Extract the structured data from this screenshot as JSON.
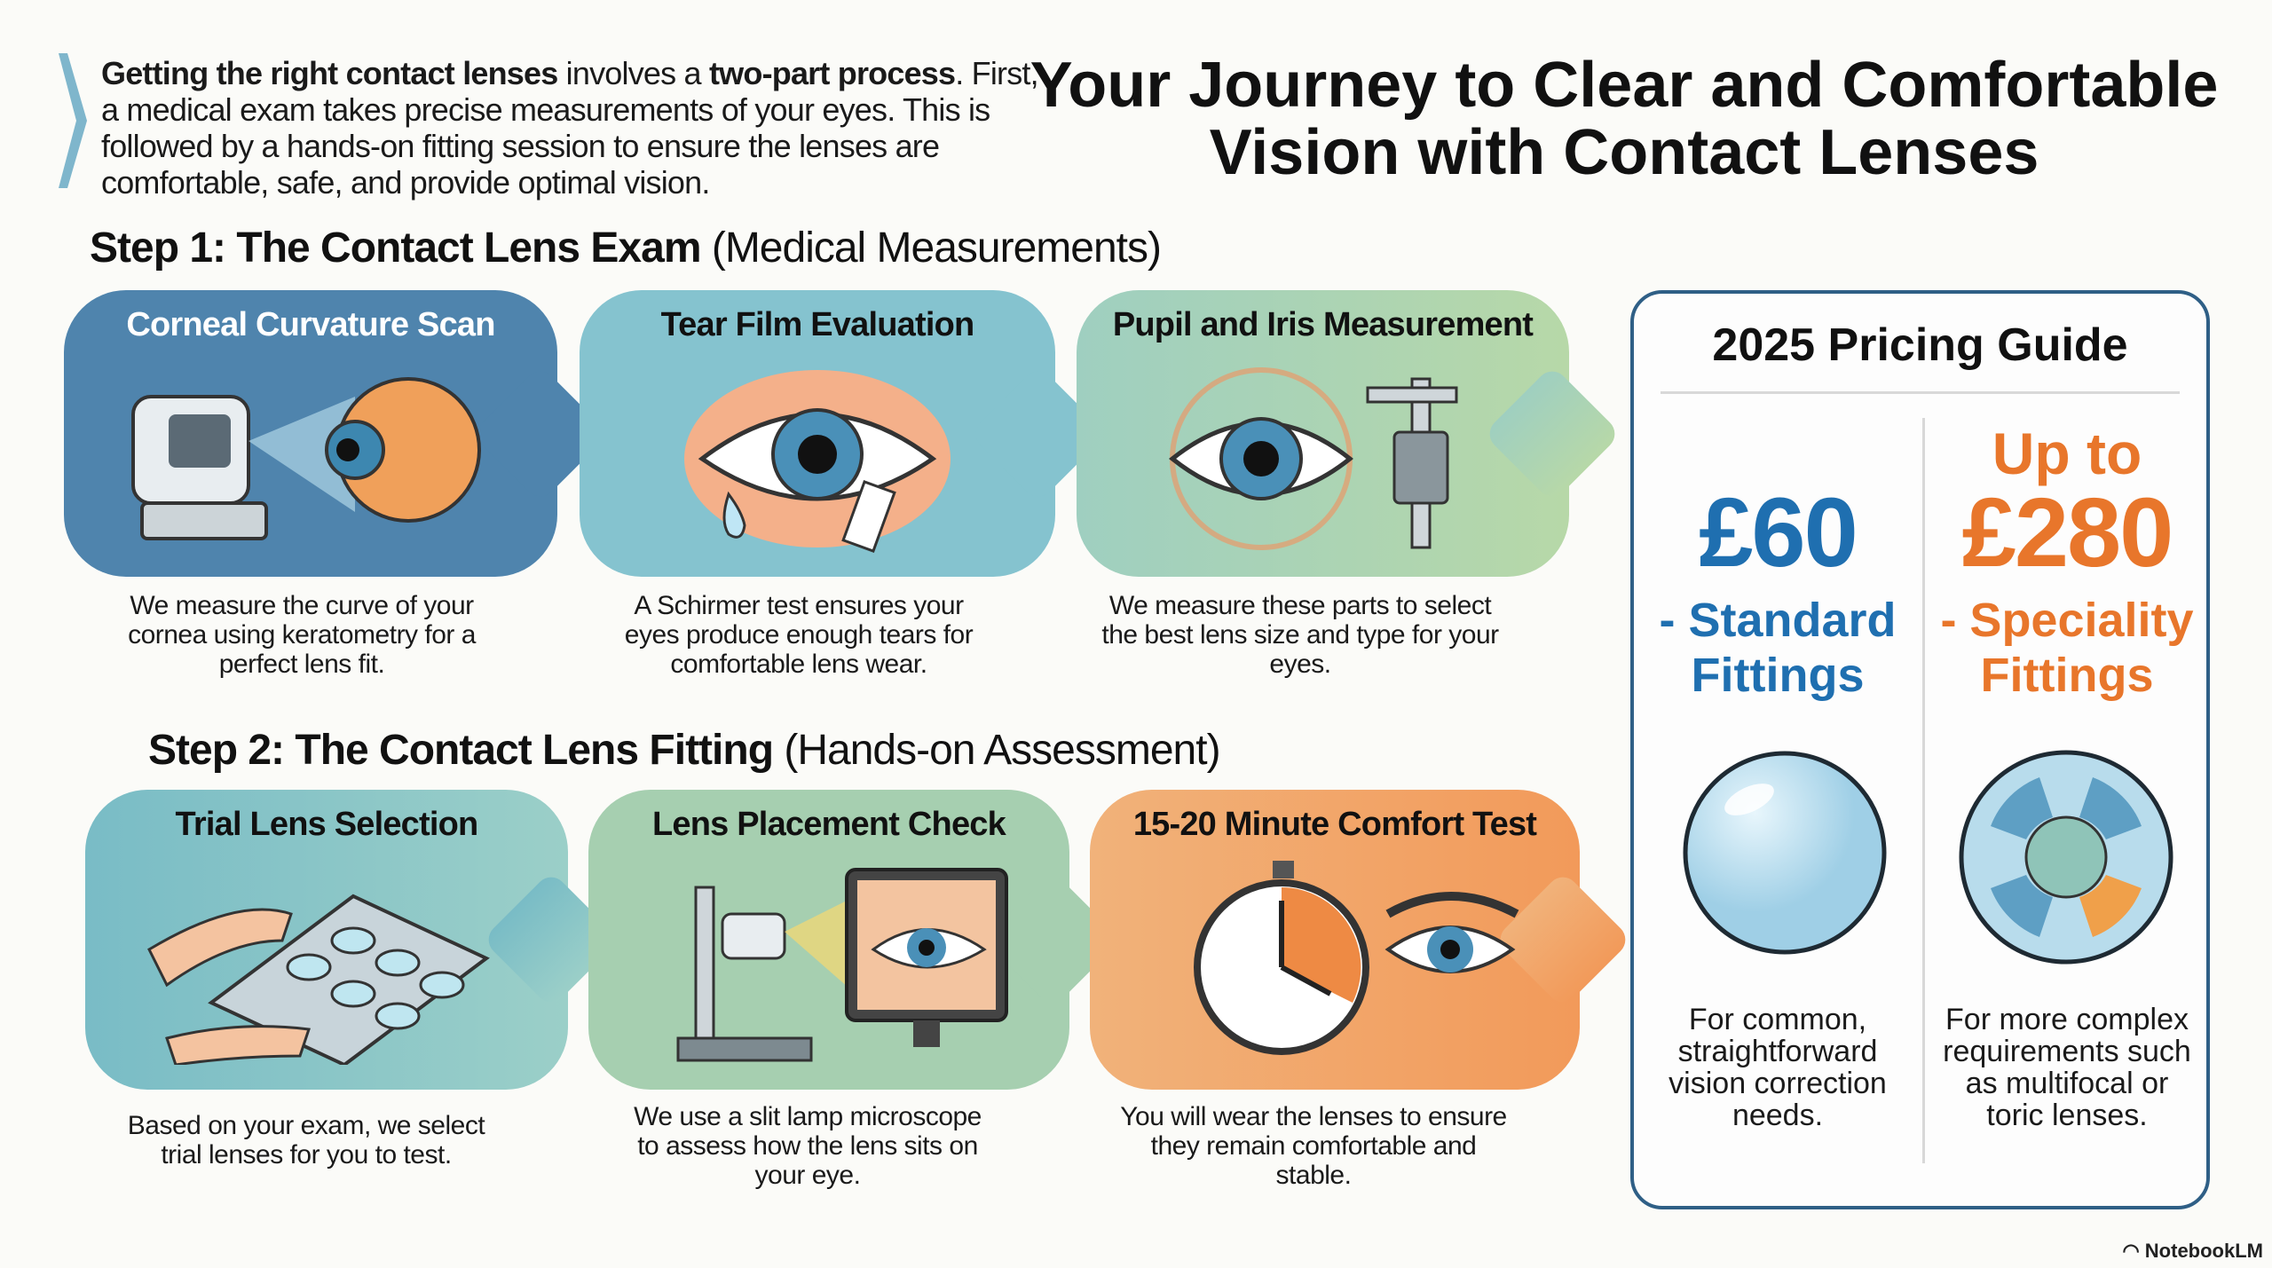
{
  "intro": {
    "bold1": "Getting the right contact lenses",
    "t1": " involves a ",
    "bold2": "two-part process",
    "t2": ". First, a medical exam takes precise measurements of your eyes. This is followed by a hands-on fitting session to ensure the lenses are comfortable, safe, and provide optimal vision."
  },
  "title": "Your Journey to Clear and Comfortable Vision with Contact Lenses",
  "step1": {
    "heading": "Step 1: The Contact Lens Exam",
    "sub": " (Medical Measurements)",
    "cards": [
      {
        "title": "Corneal Curvature Scan",
        "desc": "We measure the curve of your cornea using keratometry for a perfect lens fit.",
        "icon": "keratometer-eye-icon"
      },
      {
        "title": "Tear Film Evaluation",
        "desc": "A Schirmer test ensures your eyes produce enough tears for comfortable lens wear.",
        "icon": "tear-eye-icon"
      },
      {
        "title": "Pupil and Iris Measurement",
        "desc": "We measure these parts to select the best lens size and type for your eyes.",
        "icon": "eye-caliper-icon"
      }
    ]
  },
  "step2": {
    "heading": "Step 2: The Contact Lens Fitting",
    "sub": " (Hands-on Assessment)",
    "cards": [
      {
        "title": "Trial Lens Selection",
        "desc": "Based on your exam, we select trial lenses for you to test.",
        "icon": "lens-tray-icon"
      },
      {
        "title": "Lens Placement Check",
        "desc": "We use a slit lamp microscope to assess how the lens sits on your eye.",
        "icon": "slit-lamp-icon"
      },
      {
        "title": "15-20 Minute Comfort Test",
        "desc": "You will wear the lenses to ensure they remain comfortable and stable.",
        "icon": "stopwatch-eye-icon"
      }
    ]
  },
  "pricing": {
    "title": "2025 Pricing Guide",
    "standard": {
      "price": "£60",
      "label1": "- Standard",
      "label2": "Fittings",
      "desc": "For common, straightforward vision correction needs.",
      "color": "#1f6fb0"
    },
    "speciality": {
      "prefix": "Up to",
      "price": "£280",
      "label1": "- Speciality",
      "label2": "Fittings",
      "desc": "For more complex requirements such as multifocal or toric lenses.",
      "color": "#e8762b"
    }
  },
  "footer": "NotebookLM"
}
